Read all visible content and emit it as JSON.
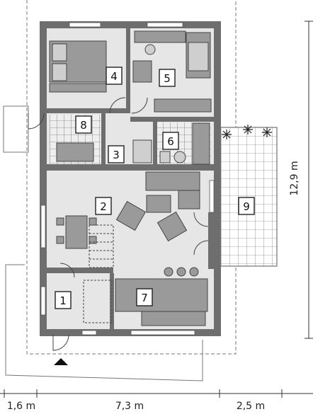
{
  "rooms": [
    {
      "id": "room-4",
      "label": "4"
    },
    {
      "id": "room-5",
      "label": "5"
    },
    {
      "id": "room-8",
      "label": "8"
    },
    {
      "id": "room-6",
      "label": "6"
    },
    {
      "id": "room-3",
      "label": "3"
    },
    {
      "id": "room-2",
      "label": "2"
    },
    {
      "id": "room-9",
      "label": "9"
    },
    {
      "id": "room-1",
      "label": "1"
    },
    {
      "id": "room-7",
      "label": "7"
    }
  ],
  "dimensions": {
    "left": "1,6 m",
    "middle": "7,3 m",
    "right": "2,5 m",
    "height": "12,9 m"
  },
  "colors": {
    "wall": "#6e6e6e",
    "floor": "#e6e6e6",
    "terrace": "#ffffff",
    "furniture": "#9a9a9a",
    "outline": "#555555"
  }
}
